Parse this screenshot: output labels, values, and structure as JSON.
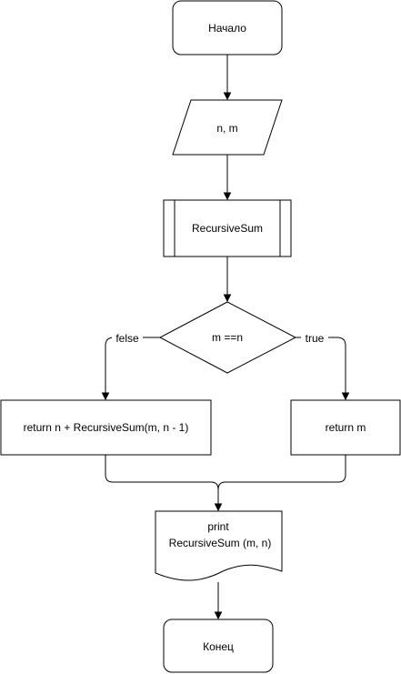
{
  "diagram": {
    "nodes": {
      "start": {
        "label": "Начало"
      },
      "input": {
        "label": "n, m"
      },
      "call": {
        "label": "RecursiveSum"
      },
      "decision": {
        "label": "m ==n"
      },
      "return_false": {
        "label": "return n + RecursiveSum(m, n - 1)"
      },
      "return_true": {
        "label": "return m"
      },
      "print": {
        "line1": "print",
        "line2": "RecursiveSum (m, n)"
      },
      "end": {
        "label": "Конец"
      }
    },
    "edges": {
      "false_label": "felse",
      "true_label": "true"
    }
  }
}
